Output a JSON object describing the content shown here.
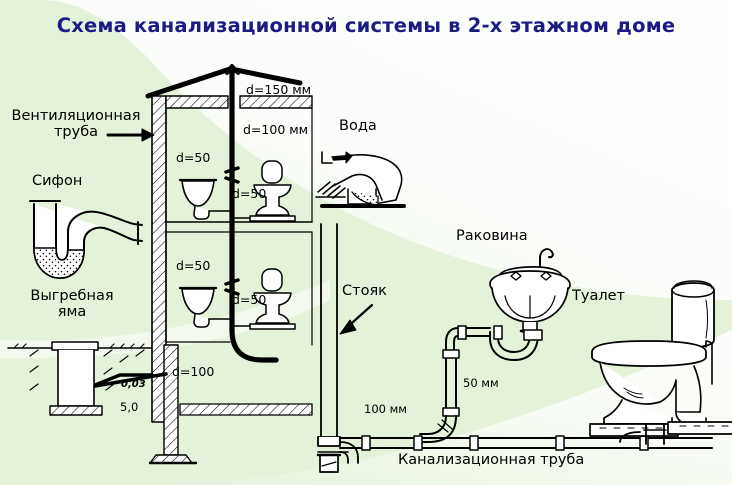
{
  "title": "Схема канализационной системы в 2-х этажном доме",
  "colors": {
    "background": "#e4f2da",
    "title_text": "#1b1b86",
    "label_text": "#000000",
    "ink": "#000000",
    "fill_white": "#ffffff"
  },
  "labels": {
    "vent_pipe_line1": "Вентиляционная",
    "vent_pipe_line2": "труба",
    "siphon": "Сифон",
    "cesspit_line1": "Выгребная",
    "cesspit_line2": "яма",
    "water": "Вода",
    "stack": "Стояк",
    "sink": "Раковина",
    "toilet": "Туалет",
    "sewer_pipe": "Канализационная труба"
  },
  "dimensions": {
    "vent_d150": "d=150 мм",
    "stack_d100": "d=100 мм",
    "sink_floor2_d50": "d=50",
    "toilet_floor2_d50": "d=50",
    "sink_floor1_d50": "d=50",
    "toilet_floor1_d50": "d=50",
    "outlet_d100": "d=100",
    "slope": "0,03",
    "length": "5,0",
    "branch_50mm": "50 мм",
    "main_100mm": "100 мм"
  },
  "icon_names": {
    "vent_arrow": "arrow-right-icon",
    "stack_arrow": "arrow-down-left-icon",
    "siphon": "p-trap-icon",
    "cesspit": "cesspit-icon",
    "water_seal": "water-seal-icon",
    "sink_basin": "sink-icon",
    "toilet": "toilet-icon",
    "roof": "roof-icon",
    "floor_slab": "floor-slab-icon"
  }
}
